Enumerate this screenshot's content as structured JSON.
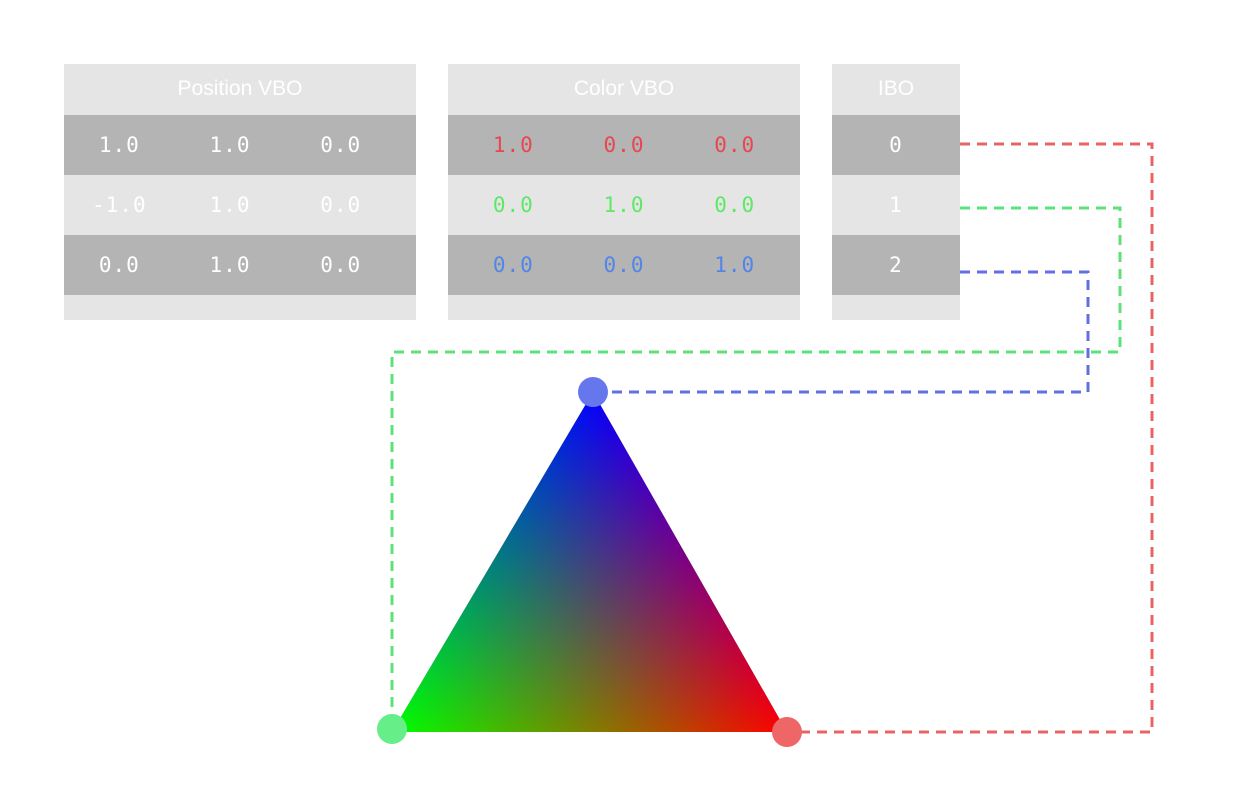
{
  "position_vbo": {
    "title": "Position VBO",
    "rows": [
      [
        "1.0",
        "1.0",
        "0.0"
      ],
      [
        "-1.0",
        "1.0",
        "0.0"
      ],
      [
        "0.0",
        "1.0",
        "0.0"
      ]
    ]
  },
  "color_vbo": {
    "title": "Color VBO",
    "rows": [
      [
        "1.0",
        "0.0",
        "0.0"
      ],
      [
        "0.0",
        "1.0",
        "0.0"
      ],
      [
        "0.0",
        "0.0",
        "1.0"
      ]
    ],
    "row_colors": [
      "#e8474f",
      "#5ee866",
      "#4f86e8"
    ]
  },
  "ibo": {
    "title": "IBO",
    "values": [
      "0",
      "1",
      "2"
    ]
  },
  "colors": {
    "red_line": "#e86464",
    "green_line": "#5ee07a",
    "blue_line": "#6070e0",
    "red_vertex": "#ee6666",
    "green_vertex": "#66ee88",
    "blue_vertex": "#6677ee",
    "table_light": "#e5e5e5",
    "table_dark": "#b4b4b4"
  }
}
